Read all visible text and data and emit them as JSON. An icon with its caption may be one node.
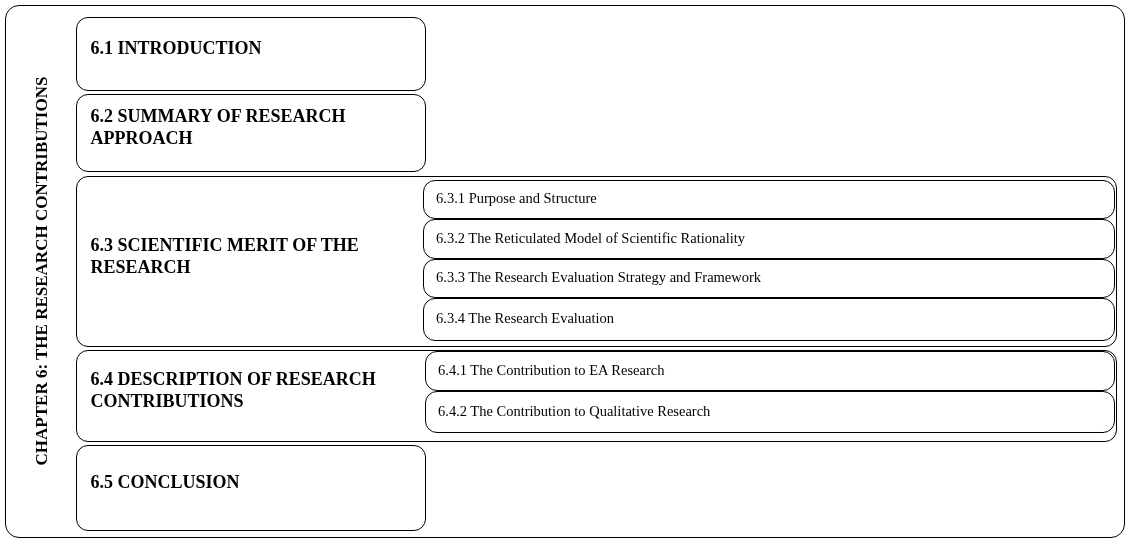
{
  "diagram": {
    "nodes": [
      {
        "text": [
          "CHAPTER 6: THE RESEARCH CONTRIBUTIONS"
        ]
      },
      {
        "text": [
          "6.1 INTRODUCTION"
        ],
        "in": 0
      },
      {
        "text": [
          "6.2 SUMMARY OF RESEARCH APPROACH"
        ],
        "in": 0
      },
      {
        "text": [
          "6.3 SCIENTIFIC MERIT OF THE RESEARCH"
        ],
        "in": 0
      },
      {
        "text": [
          "6.3.1 Purpose and Structure"
        ],
        "in": 3
      },
      {
        "text": [
          "6.3.2 The Reticulated Model of Scientific Rationality"
        ],
        "in": 3
      },
      {
        "text": [
          "6.3.3 The Research Evaluation Strategy and Framework"
        ],
        "in": 3
      },
      {
        "text": [
          "6.3.4 The Research Evaluation"
        ],
        "in": 3
      },
      {
        "text": [
          "6.4 DESCRIPTION OF RESEARCH CONTRIBUTIONS"
        ],
        "in": 0
      },
      {
        "text": [
          "6.4.1 The Contribution to EA Research"
        ],
        "in": 8
      },
      {
        "text": [
          "6.4.2 The Contribution to Qualitative Research"
        ],
        "in": 8
      },
      {
        "text": [
          "6.5 CONCLUSION"
        ],
        "in": 0
      }
    ]
  }
}
